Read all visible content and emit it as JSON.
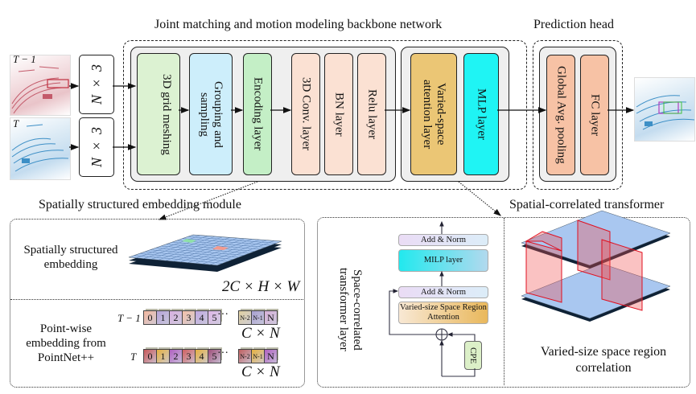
{
  "titles": {
    "backbone": "Joint matching and motion modeling backbone network",
    "prediction_head": "Prediction head",
    "embedding_module": "Spatially structured embedding module",
    "transformer": "Spatial-correlated transformer"
  },
  "inputs": {
    "frame_prev_label": "T − 1",
    "frame_curr_label": "T",
    "shape_label": "N × 3"
  },
  "backbone_blocks": {
    "grid_meshing": "3D grid meshing",
    "grouping": "Grouping and sampling",
    "encoding": "Encoding layer",
    "conv3d": "3D Conv. layer",
    "bn": "BN layer",
    "relu": "Relu layer",
    "attention": "Varied-space attention layer",
    "mlp": "MLP layer"
  },
  "head_blocks": {
    "pooling": "Global Avg. pooling",
    "fc": "FC layer"
  },
  "embedding": {
    "structured_label": "Spatially structured embedding",
    "structured_dims": "2C × H × W",
    "pointwise_label": "Point-wise embedding from PointNet++",
    "row_prev_label": "T − 1",
    "row_curr_label": "T",
    "cells": [
      "0",
      "1",
      "2",
      "3",
      "4",
      "5"
    ],
    "ellipsis": "···",
    "tail_cells": [
      "N-2",
      "N-1",
      "N"
    ],
    "row_dims": "C × N"
  },
  "transformer_layer": {
    "side_label": "Space-correlated transformer layer",
    "add_norm_top": "Add & Norm",
    "mlp": "MILP layer",
    "add_norm_bottom": "Add & Norm",
    "attention": "Varied-size Space Region Attention",
    "cpe": "CPE",
    "region_label": "Varied-size space region correlation"
  },
  "colors": {
    "grid_meshing": "#dcf2d2",
    "grouping": "#cdeefb",
    "encoding": "#c4efc6",
    "conv_layers": "#fbe1d3",
    "attention": "#ebc675",
    "mlp": "#1ff4f4",
    "head": "#f7c2a5",
    "grid_cell": "#a9c7f0",
    "region": "#f26b6b"
  }
}
